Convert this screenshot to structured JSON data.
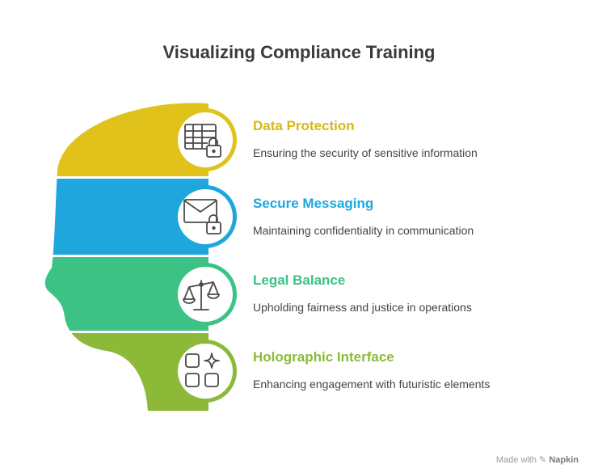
{
  "title": "Visualizing Compliance Training",
  "colors": {
    "yellow": "#E0C21A",
    "blue": "#1FA6DC",
    "green": "#3CC285",
    "lime": "#8CBA38"
  },
  "items": [
    {
      "title": "Data Protection",
      "description": "Ensuring the security of sensitive information",
      "icon": "table-lock-icon",
      "color": "#D7B713"
    },
    {
      "title": "Secure Messaging",
      "description": "Maintaining confidentiality in communication",
      "icon": "envelope-lock-icon",
      "color": "#1FA6DC"
    },
    {
      "title": "Legal Balance",
      "description": "Upholding fairness and justice in operations",
      "icon": "scales-icon",
      "color": "#3CC285"
    },
    {
      "title": "Holographic Interface",
      "description": "Enhancing engagement with futuristic elements",
      "icon": "grid-sparkle-icon",
      "color": "#8CBA38"
    }
  ],
  "footer": {
    "made_with": "Made with",
    "brand": "Napkin"
  }
}
